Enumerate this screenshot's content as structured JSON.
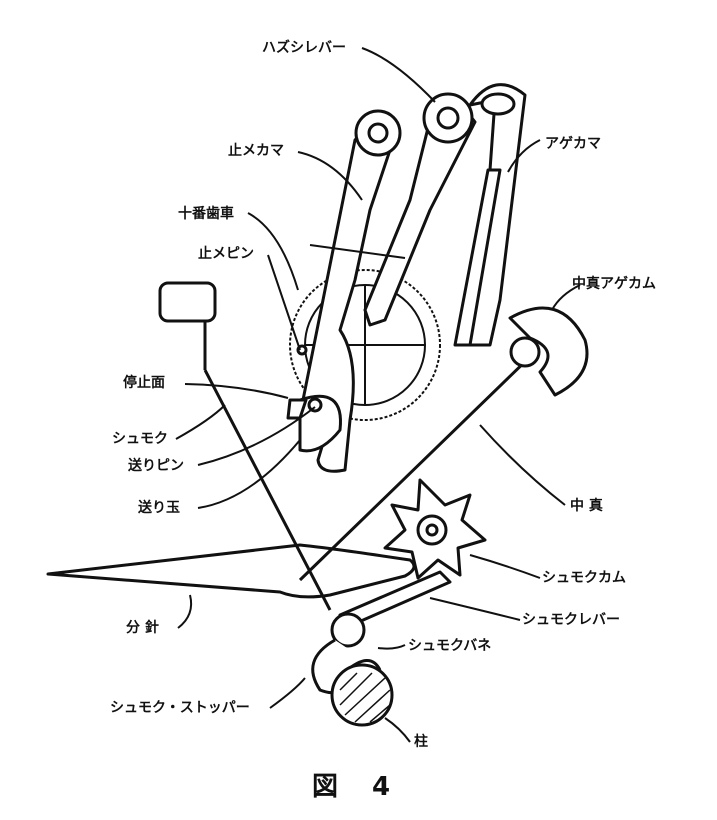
{
  "labels": {
    "hazushi_lever": "ハズシレバー",
    "tome_kama": "止メカマ",
    "age_kama": "アゲカマ",
    "juban_haguruma": "十番歯車",
    "tome_pin": "止メピン",
    "nakashin_age_cam": "中真アゲカム",
    "teishi_men": "停止面",
    "shumoku": "シュモク",
    "okuri_pin": "送りピン",
    "okuri_dama": "送り玉",
    "nakashin": "中 真",
    "shumoku_cam": "シュモクカム",
    "shumoku_lever": "シュモクレバー",
    "funbari": "分 針",
    "shumoku_bane": "シュモクバネ",
    "shumoku_stopper": "シュモク・ストッパー",
    "hashira": "柱"
  },
  "caption": {
    "prefix": "図",
    "number": "4"
  }
}
